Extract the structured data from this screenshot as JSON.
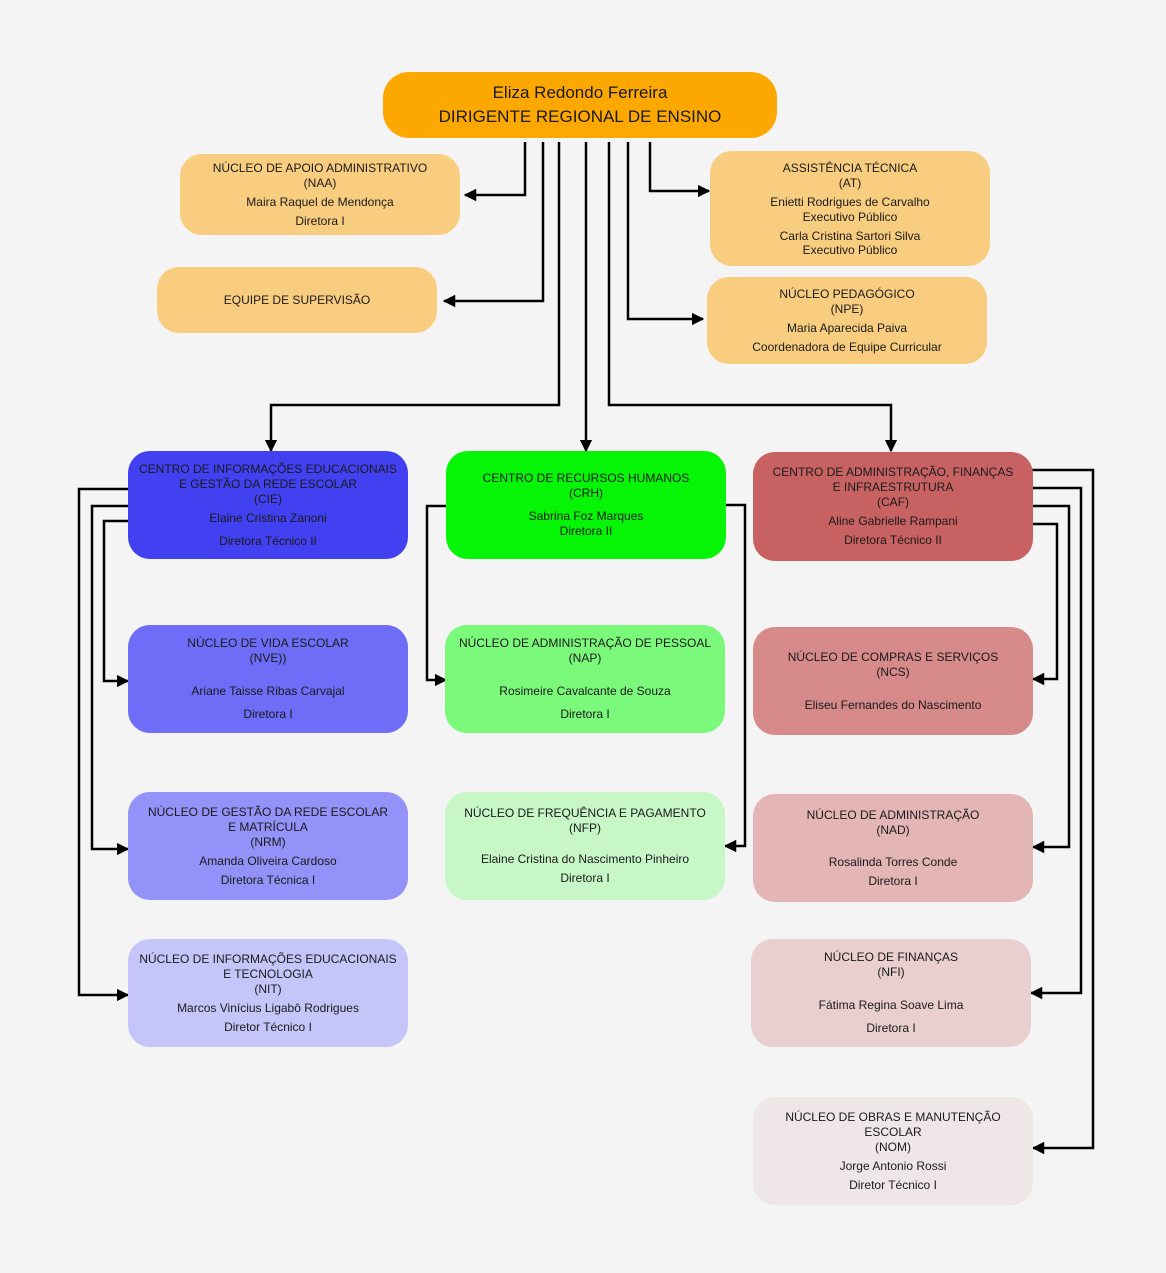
{
  "colors": {
    "background": "#f4f4f4",
    "top": "#fda800",
    "staff": "#f9cd7f",
    "cie": "#4141f2",
    "cie_l1": "#6d6df7",
    "cie_l2": "#9292f8",
    "cie_l3": "#c5c5f9",
    "crh": "#06f506",
    "crh_l1": "#7af97a",
    "crh_l2": "#c7f6c7",
    "caf": "#c86262",
    "caf_l1": "#d68a8a",
    "caf_l2": "#e3b5b5",
    "caf_l3": "#e9cfcf",
    "caf_l4": "#efe7e7",
    "connector": "#000000"
  },
  "nodes": {
    "top": {
      "lines": [
        "Eliza Redondo Ferreira",
        "DIRIGENTE REGIONAL DE ENSINO"
      ]
    },
    "naa": {
      "lines": [
        "NÚCLEO DE APOIO ADMINISTRATIVO",
        "(NAA)",
        "Maira Raquel de Mendonça",
        "Diretora I"
      ]
    },
    "supervisao": {
      "lines": [
        "EQUIPE DE SUPERVISÃO"
      ]
    },
    "at": {
      "lines": [
        "ASSISTÊNCIA TÉCNICA",
        "(AT)",
        "Enietti Rodrigues de Carvalho",
        "Executivo Público",
        "Carla Cristina Sartori Silva",
        "Executivo Público"
      ]
    },
    "npe": {
      "lines": [
        "NÚCLEO PEDAGÓGICO",
        "(NPE)",
        "Maria Aparecida Paiva",
        "Coordenadora de Equipe Curricular"
      ]
    },
    "cie": {
      "lines": [
        "CENTRO DE INFORMAÇÕES EDUCACIONAIS",
        "E GESTÃO DA REDE ESCOLAR",
        "(CIE)",
        "Elaine Cristina Zanoni",
        "Diretora Técnico II"
      ]
    },
    "crh": {
      "lines": [
        "CENTRO DE RECURSOS HUMANOS",
        "(CRH)",
        "Sabrina Foz Marques",
        "Diretora II"
      ]
    },
    "caf": {
      "lines": [
        "CENTRO DE ADMINISTRAÇÃO, FINANÇAS",
        "E INFRAESTRUTURA",
        "(CAF)",
        "Aline Gabrielle Rampani",
        "Diretora Técnico II"
      ]
    },
    "nve": {
      "lines": [
        "NÚCLEO DE VIDA ESCOLAR",
        "(NVE))",
        "Ariane Taisse Ribas Carvajal",
        "Diretora I"
      ]
    },
    "nap": {
      "lines": [
        "NÚCLEO DE ADMINISTRAÇÃO DE PESSOAL",
        "(NAP)",
        "Rosimeire Cavalcante de Souza",
        "Diretora I"
      ]
    },
    "ncs": {
      "lines": [
        "NÚCLEO DE COMPRAS E SERVIÇOS",
        "(NCS)",
        "Eliseu Fernandes do Nascimento"
      ]
    },
    "nrm": {
      "lines": [
        "NÚCLEO DE GESTÃO DA REDE ESCOLAR",
        "E MATRÍCULA",
        "(NRM)",
        "Amanda Oliveira Cardoso",
        "Diretora Técnica I"
      ]
    },
    "nfp": {
      "lines": [
        "NÚCLEO DE FREQUÊNCIA E PAGAMENTO",
        "(NFP)",
        "Elaine Cristina do Nascimento Pinheiro",
        "Diretora I"
      ]
    },
    "nad": {
      "lines": [
        "NÚCLEO DE ADMINISTRAÇÃO",
        "(NAD)",
        "Rosalinda Torres Conde",
        "Diretora I"
      ]
    },
    "nit": {
      "lines": [
        "NÚCLEO DE INFORMAÇÕES EDUCACIONAIS",
        "E TECNOLOGIA",
        "(NIT)",
        "Marcos Vinícius Ligabô Rodrigues",
        "Diretor Técnico I"
      ]
    },
    "nfi": {
      "lines": [
        "NÚCLEO DE FINANÇAS",
        "(NFI)",
        "Fátima Regina Soave Lima",
        "Diretora I"
      ]
    },
    "nom": {
      "lines": [
        "NÚCLEO DE OBRAS E MANUTENÇÃO",
        "ESCOLAR",
        "(NOM)",
        "Jorge Antonio Rossi",
        "Diretor Técnico I"
      ]
    }
  }
}
